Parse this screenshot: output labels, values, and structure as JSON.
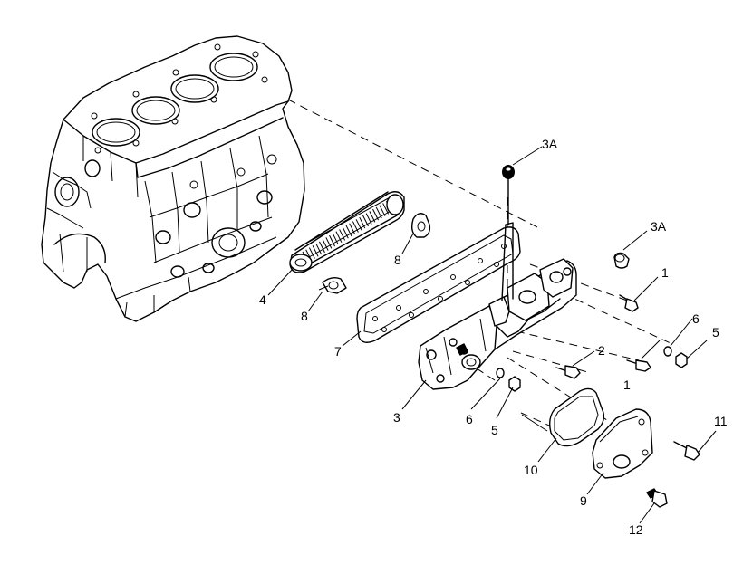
{
  "callouts": {
    "c1a": "1",
    "c1b": "1",
    "c2": "2",
    "c3": "3",
    "c3a_top": "3A",
    "c3a_right": "3A",
    "c4": "4",
    "c5a": "5",
    "c5b": "5",
    "c6a": "6",
    "c6b": "6",
    "c7": "7",
    "c8a": "8",
    "c8b": "8",
    "c9": "9",
    "c10": "10",
    "c11": "11",
    "c12": "12"
  }
}
